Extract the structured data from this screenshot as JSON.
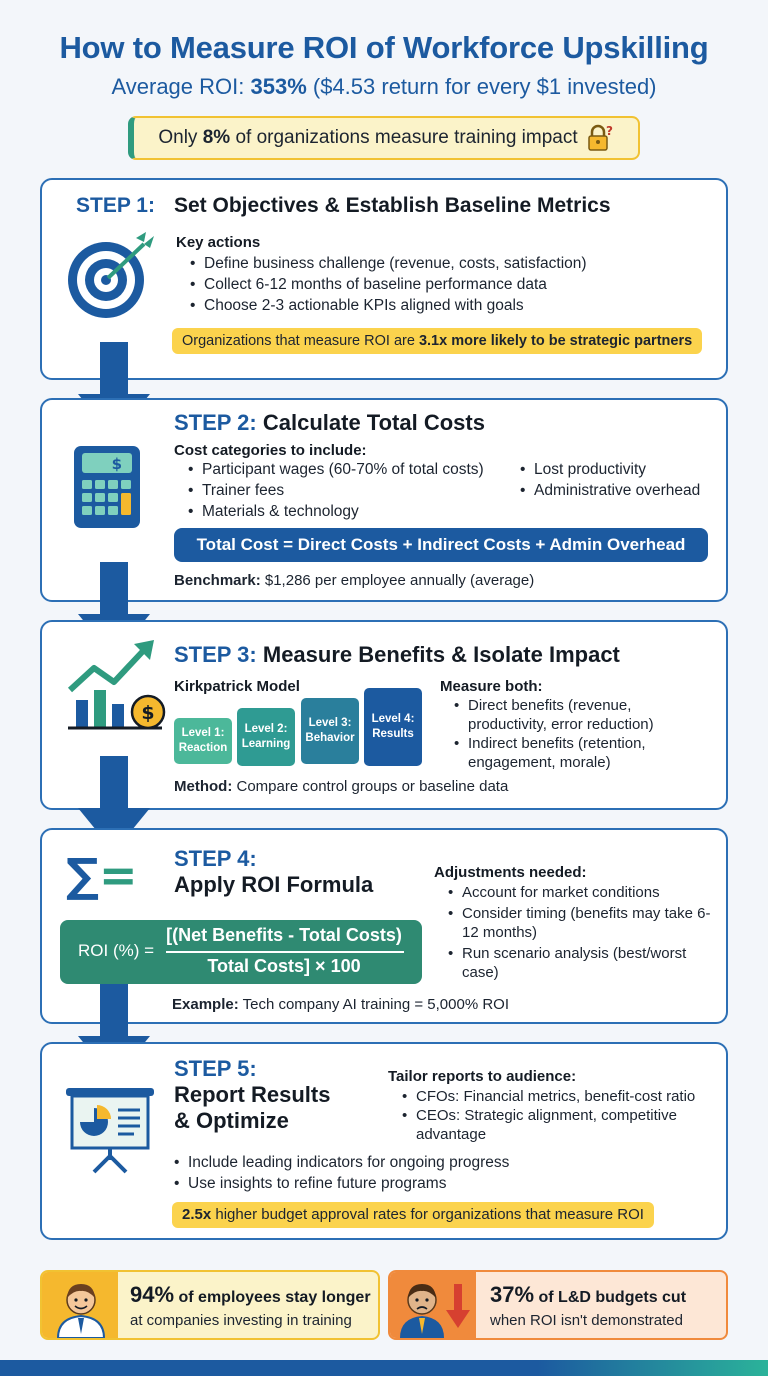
{
  "header": {
    "title": "How to Measure ROI of Workforce Upskilling",
    "subtitle_prefix": "Average ROI: ",
    "subtitle_bold": "353%",
    "subtitle_suffix": " ($4.53 return for every $1 invested)"
  },
  "alert": {
    "prefix": "Only ",
    "bold": "8%",
    "suffix": " of organizations measure training impact",
    "icon": "lock-question-icon"
  },
  "step1": {
    "label": "STEP 1:",
    "title": "Set Objectives & Establish Baseline Metrics",
    "icon": "target-icon",
    "heading": "Key actions",
    "bullets": [
      "Define business challenge (revenue, costs, satisfaction)",
      "Collect 6-12 months of baseline performance data",
      "Choose 2-3 actionable KPIs aligned with goals"
    ],
    "highlight_prefix": "Organizations that measure ROI are ",
    "highlight_bold": "3.1x more likely to be strategic partners"
  },
  "step2": {
    "label": "STEP 2:",
    "title": "Calculate Total Costs",
    "icon": "calculator-icon",
    "heading": "Cost categories to include:",
    "bullets_left": [
      "Participant wages (60-70% of total costs)",
      "Trainer fees",
      "Materials & technology"
    ],
    "bullets_right": [
      "Lost productivity",
      "Administrative overhead"
    ],
    "formula": "Total Cost = Direct Costs + Indirect Costs + Admin Overhead",
    "benchmark_label": "Benchmark:",
    "benchmark_text": " $1,286 per employee annually (average)"
  },
  "step3": {
    "label": "STEP 3:",
    "title": "Measure Benefits & Isolate Impact",
    "icon": "growth-chart-icon",
    "model_heading": "Kirkpatrick Model",
    "levels": [
      {
        "l1": "Level 1:",
        "l2": "Reaction"
      },
      {
        "l1": "Level 2:",
        "l2": "Learning"
      },
      {
        "l1": "Level 3:",
        "l2": "Behavior"
      },
      {
        "l1": "Level 4:",
        "l2": "Results"
      }
    ],
    "measure_heading": "Measure both:",
    "measure_bullets": [
      "Direct benefits (revenue, productivity, error reduction)",
      "Indirect benefits (retention, engagement, morale)"
    ],
    "method_label": "Method:",
    "method_text": " Compare control groups or baseline data"
  },
  "step4": {
    "label": "STEP 4:",
    "title": "Apply ROI Formula",
    "icon": "sigma-equals-icon",
    "formula_left": "ROI (%) =",
    "formula_num": "[(Net Benefits - Total Costs)",
    "formula_den": "Total Costs] × 100",
    "adj_heading": "Adjustments needed:",
    "adj_bullets": [
      "Account for market conditions",
      "Consider timing (benefits may take 6-12 months)",
      "Run scenario analysis (best/worst case)"
    ],
    "example_label": "Example:",
    "example_text": " Tech company AI training = 5,000% ROI"
  },
  "step5": {
    "label": "STEP 5:",
    "title_line1": "Report Results",
    "title_line2": "& Optimize",
    "icon": "presentation-board-icon",
    "tailor_heading": "Tailor reports to audience:",
    "tailor_bullets": [
      "CFOs: Financial metrics, benefit-cost ratio",
      "CEOs: Strategic alignment, competitive advantage"
    ],
    "bullets": [
      "Include leading indicators for ongoing progress",
      "Use insights to refine future programs"
    ],
    "highlight_bold": "2.5x",
    "highlight_text": " higher budget approval rates for organizations that measure ROI"
  },
  "stat_left": {
    "bold": "94%",
    "line1": " of employees stay longer",
    "line2": "at companies investing in training",
    "icon": "happy-employee-icon"
  },
  "stat_right": {
    "bold": "37%",
    "line1": " of L&D budgets cut",
    "line2": "when ROI isn't demonstrated",
    "icon": "worried-employee-icon"
  },
  "colors": {
    "primary_blue": "#1c5aa0",
    "teal": "#2f8a72",
    "highlight_yellow": "#fbd34d",
    "alert_bg": "#fbf3c9"
  }
}
